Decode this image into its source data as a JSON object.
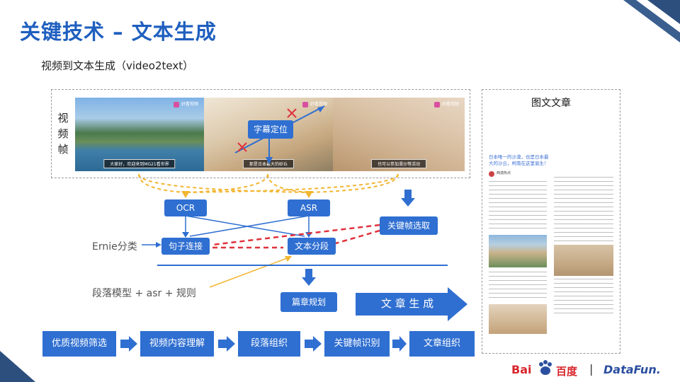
{
  "header": {
    "title": "关键技术 – 文本生成",
    "subtitle": "视频到文本生成（video2text）"
  },
  "video": {
    "frame_label": "视频帧",
    "frames": [
      {
        "caption": "大家好，欢迎来到MG21看世界",
        "watermark": "好看视频"
      },
      {
        "caption": "那是日本最大的砂丘",
        "watermark": "好看视频"
      },
      {
        "caption": "也可以参加滑沙等活动",
        "watermark": "好看视频"
      }
    ],
    "subtitle_locate": "字幕定位"
  },
  "flow": {
    "ocr": "OCR",
    "asr": "ASR",
    "keyframe": "关键帧选取",
    "sentence_link": "句子连接",
    "text_segment": "文本分段",
    "ernie": "Ernie分类",
    "paragraph_model": "段落模型 + asr + 规则",
    "chapter_plan": "篇章规划",
    "article_gen": "文 章 生 成"
  },
  "article": {
    "title": "图文文章",
    "headline": "日本唯一的沙漠，也是日本最大的沙丘，柯南在这里诞生！",
    "author": "西澳热点"
  },
  "pipeline": [
    "优质视频筛选",
    "视频内容理解",
    "段落组织",
    "关键帧识别",
    "文章组织"
  ],
  "logos": {
    "bai": "Bai",
    "baidu": "百度",
    "sep": "|",
    "datafun": "DataFun."
  },
  "colors": {
    "accent": "#2f6fd1",
    "title": "#1f5fbf",
    "dashed_red": "#e0323c",
    "dashed_yellow": "#f2b632"
  }
}
